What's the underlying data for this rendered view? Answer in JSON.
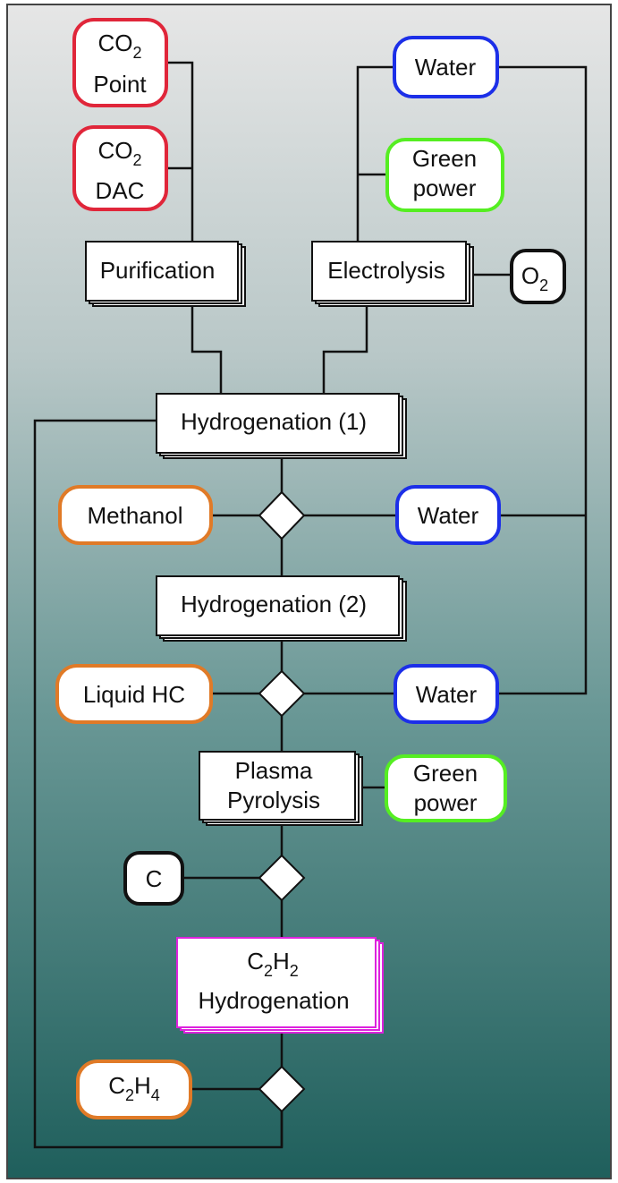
{
  "colors": {
    "background_top": "#e6e6e6",
    "background_bottom": "#1f5f5c",
    "frame": "#444444",
    "line": "#111111",
    "co2_border": "#e0263a",
    "water_border": "#1c2fe8",
    "green_power_border": "#55ee22",
    "product_border": "#e07a27",
    "byproduct_border": "#111111",
    "process_border": "#111111",
    "c2h2_border": "#dd22dd"
  },
  "sources": {
    "co2_point": {
      "formula_base": "CO",
      "formula_sub": "2",
      "label": "Point"
    },
    "co2_dac": {
      "formula_base": "CO",
      "formula_sub": "2",
      "label": "DAC"
    },
    "water_top": "Water",
    "green_power_top": [
      "Green",
      "power"
    ]
  },
  "processes": {
    "purification": "Purification",
    "electrolysis": "Electrolysis",
    "hydrogenation_1": "Hydrogenation (1)",
    "hydrogenation_2": "Hydrogenation (2)",
    "plasma_pyrolysis": [
      "Plasma",
      "Pyrolysis"
    ],
    "c2h2_hydrogenation": {
      "f1": "C",
      "s1": "2",
      "f2": "H",
      "s2": "2",
      "label": "Hydrogenation"
    }
  },
  "outputs": {
    "o2": {
      "base": "O",
      "sub": "2"
    },
    "methanol": "Methanol",
    "water_1": "Water",
    "liquid_hc": "Liquid HC",
    "water_2": "Water",
    "green_power_2": [
      "Green",
      "power"
    ],
    "carbon": "C",
    "c2h4": {
      "f1": "C",
      "s1": "2",
      "f2": "H",
      "s2": "4"
    }
  }
}
